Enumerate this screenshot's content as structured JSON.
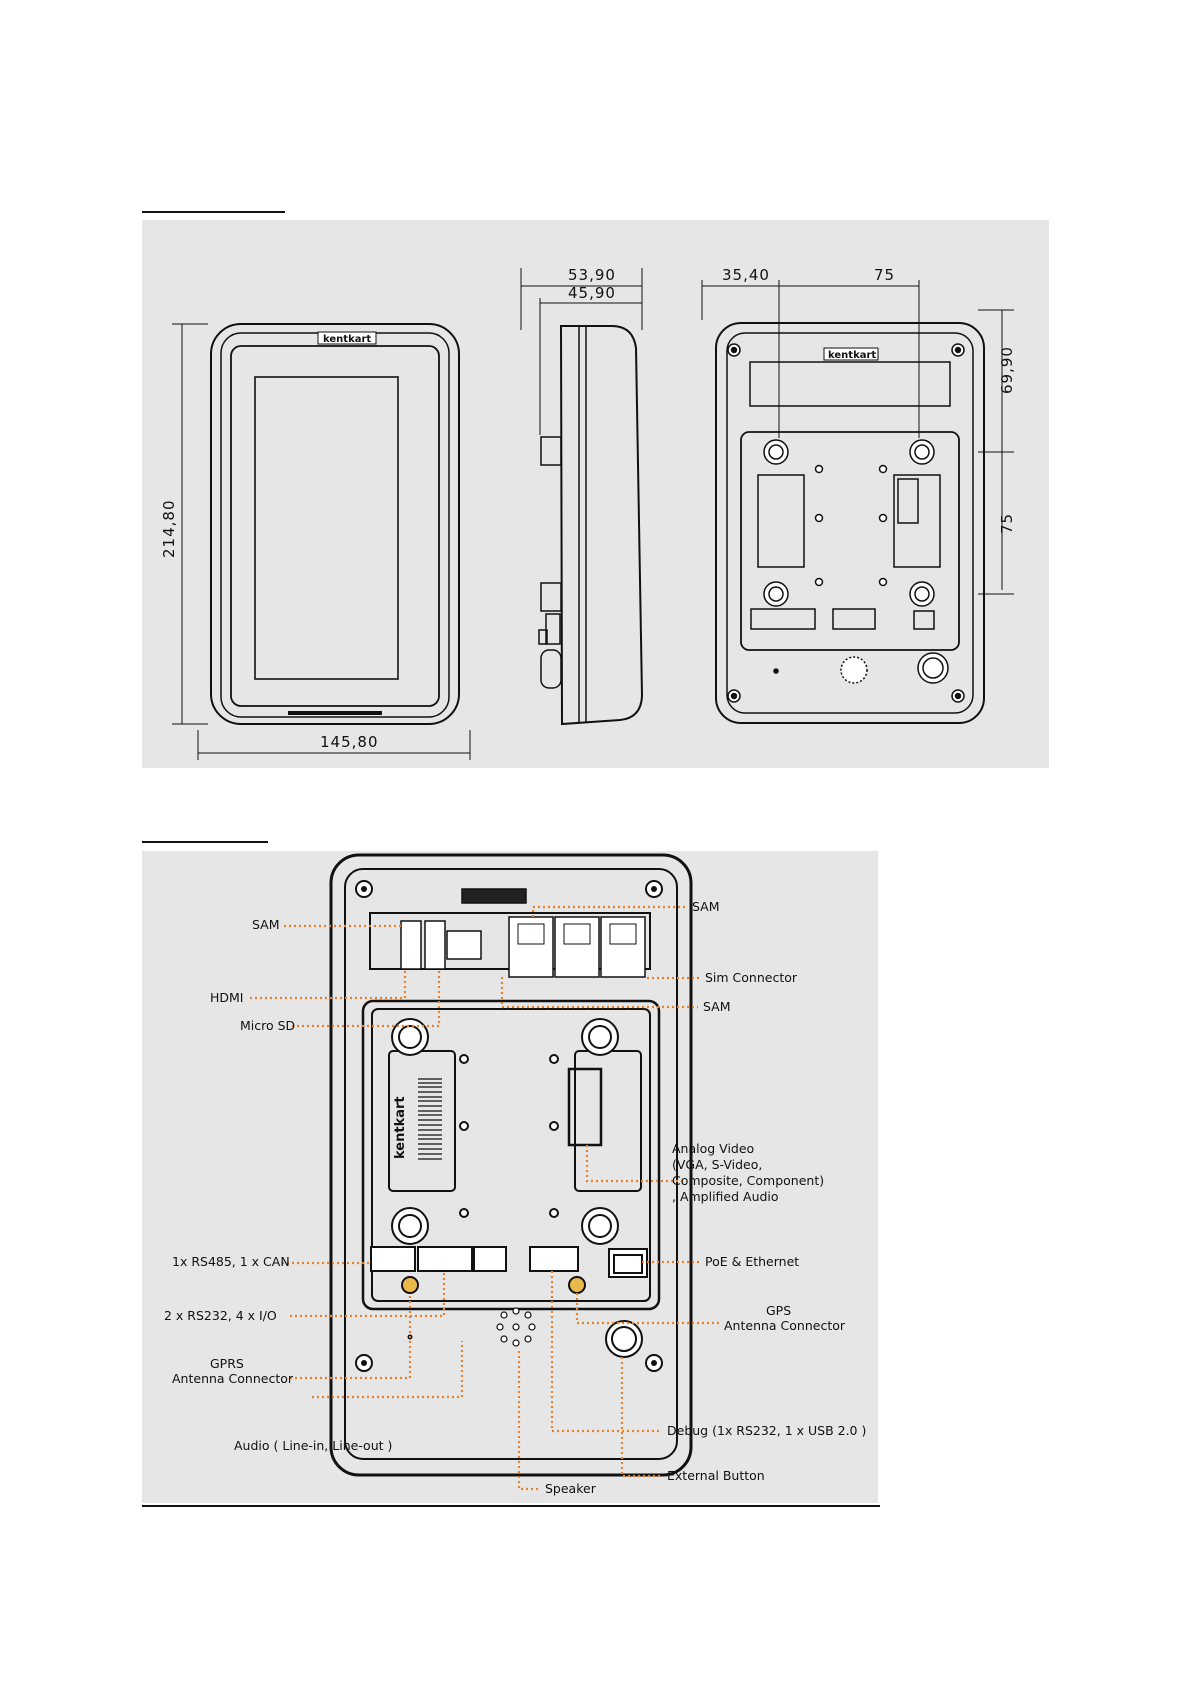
{
  "dimensions": {
    "d1": "53,90",
    "d2": "45,90",
    "d3": "35,40",
    "d4": "75",
    "d5": "69,90",
    "d6": "75",
    "height": "214,80",
    "width": "145,80"
  },
  "brand": "kentkart",
  "callouts": {
    "sam_left": "SAM",
    "hdmi": "HDMI",
    "micro_sd": "Micro SD",
    "sam_top": "SAM",
    "sim_connector": "Sim Connector",
    "sam_mid": "SAM",
    "analog_video": [
      "Analog Video",
      "(VGA,  S-Video,",
      "Composite, Component)",
      ", Amplified  Audio"
    ],
    "rs485_can": "1x RS485, 1 x CAN",
    "poe_ethernet": "PoE & Ethernet",
    "rs232_io": "2 x RS232, 4 x I/O",
    "gps": [
      "GPS",
      "Antenna Connector"
    ],
    "gprs": [
      "GPRS",
      "Antenna Connector"
    ],
    "audio": "Audio ( Line-in, Line-out )",
    "debug": "Debug (1x RS232, 1  x USB 2.0 )",
    "external_button": "External Button",
    "speaker": "Speaker"
  },
  "colors": {
    "callout": "#e8822a",
    "panel_bg": "#e6e6e6",
    "line": "#111111"
  }
}
